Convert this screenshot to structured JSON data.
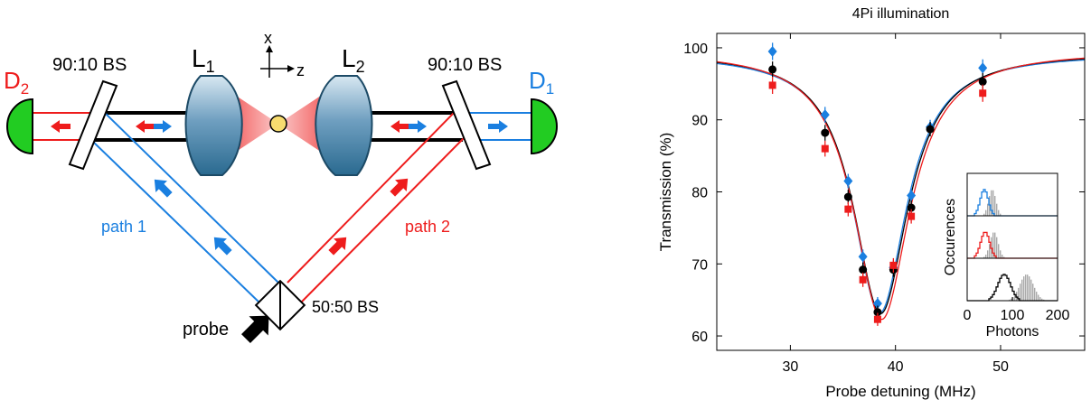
{
  "diagram": {
    "detector_left": {
      "label": "D",
      "subscript": "2"
    },
    "detector_right": {
      "label": "D",
      "subscript": "1"
    },
    "bs_left_label": "90:10 BS",
    "bs_right_label": "90:10 BS",
    "lens_left": {
      "label": "L",
      "subscript": "1"
    },
    "lens_right": {
      "label": "L",
      "subscript": "2"
    },
    "axis_x": "x",
    "axis_z": "z",
    "path1_label": "path 1",
    "path2_label": "path 2",
    "bs_bottom_label": "50:50 BS",
    "probe_label": "probe"
  },
  "colors": {
    "red": "#ee1c1c",
    "blue": "#1a7fe0",
    "black": "#000000",
    "green": "#22cc22",
    "atom": "#f7dc6f",
    "gray": "#aaaaaa"
  },
  "chart_data": [
    {
      "type": "scatter",
      "title": "4Pi illumination",
      "xlabel": "Probe detuning (MHz)",
      "ylabel": "Transmission (%)",
      "xlim": [
        23,
        58
      ],
      "ylim": [
        58,
        102
      ],
      "xticks": [
        30,
        40,
        50
      ],
      "yticks": [
        60,
        70,
        80,
        90,
        100
      ],
      "grid": false,
      "series": [
        {
          "color": "#1a7fe0",
          "marker": "diamond",
          "x": [
            28.3,
            33.3,
            35.5,
            36.9,
            38.3,
            39.8,
            41.5,
            43.3,
            48.3
          ],
          "y": [
            99.5,
            90.7,
            81.5,
            71.0,
            64.5,
            69.5,
            79.5,
            89.0,
            97.2
          ],
          "err": [
            1.2,
            1.1,
            1.0,
            1.0,
            0.9,
            1.0,
            1.0,
            1.0,
            1.2
          ],
          "fit": {
            "x0": 38.5,
            "offset": 99.2,
            "depth": 36.0,
            "hwhm": 3.1
          }
        },
        {
          "color": "#000000",
          "marker": "circle",
          "x": [
            28.3,
            33.3,
            35.5,
            36.9,
            38.3,
            39.8,
            41.5,
            43.3,
            48.3
          ],
          "y": [
            97.0,
            88.2,
            79.3,
            69.2,
            63.3,
            69.2,
            77.8,
            88.7,
            95.3
          ],
          "err": [
            1.1,
            1.1,
            1.0,
            1.0,
            0.9,
            1.0,
            1.0,
            1.0,
            1.2
          ],
          "fit": {
            "x0": 38.6,
            "offset": 99.4,
            "depth": 36.3,
            "hwhm": 3.15
          }
        },
        {
          "color": "#ee1c1c",
          "marker": "square",
          "x": [
            28.3,
            33.3,
            35.5,
            36.9,
            38.3,
            39.8,
            41.5,
            48.3
          ],
          "y": [
            94.8,
            86.0,
            77.6,
            67.8,
            62.3,
            69.8,
            76.6,
            93.7
          ],
          "err": [
            1.2,
            1.1,
            1.0,
            1.0,
            0.9,
            1.0,
            1.0,
            1.2
          ],
          "fit": {
            "x0": 38.7,
            "offset": 99.6,
            "depth": 37.3,
            "hwhm": 3.25
          }
        }
      ]
    },
    {
      "type": "bar",
      "xlabel": "Photons",
      "ylabel": "Occurences",
      "xlim": [
        0,
        200
      ],
      "xticks": [
        0,
        100,
        200
      ],
      "panels": [
        {
          "color": "#1a7fe0",
          "signal_mean": 38,
          "signal_width": 9,
          "reference_mean": 56,
          "reference_width": 8
        },
        {
          "color": "#ee1c1c",
          "signal_mean": 40,
          "signal_width": 10,
          "reference_mean": 60,
          "reference_width": 9
        },
        {
          "color": "#000000",
          "signal_mean": 82,
          "signal_width": 14,
          "reference_mean": 132,
          "reference_width": 15
        }
      ]
    }
  ]
}
